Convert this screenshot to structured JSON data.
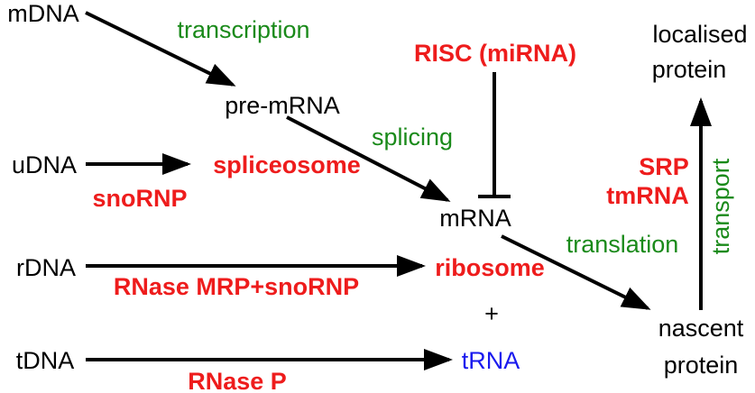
{
  "nodes": {
    "mDNA": "mDNA",
    "pre_mRNA": "pre-mRNA",
    "uDNA": "uDNA",
    "spliceosome": "spliceosome",
    "mRNA": "mRNA",
    "rDNA": "rDNA",
    "ribosome": "ribosome",
    "plus": "+",
    "tDNA": "tDNA",
    "tRNA": "tRNA",
    "nascent_protein": [
      "nascent",
      "protein"
    ],
    "localised_protein": [
      "localised",
      "protein"
    ],
    "risc": "RISC (miRNA)",
    "snoRNP": "snoRNP",
    "rnase_mrp": "RNase MRP+snoRNP",
    "rnase_p": "RNase P",
    "srp": "SRP",
    "tmrna": "tmRNA"
  },
  "processes": {
    "transcription": "transcription",
    "splicing": "splicing",
    "translation": "translation",
    "transport": "transport"
  },
  "colors": {
    "dna_and_intermediates": "#000000",
    "process_labels": "#1a8a1a",
    "rna_machinery": "#ee1c1c",
    "trna": "#1a1aee"
  },
  "edges": [
    {
      "from": "mDNA",
      "to": "pre-mRNA",
      "type": "arrow"
    },
    {
      "from": "pre-mRNA",
      "to": "mRNA",
      "type": "arrow"
    },
    {
      "from": "uDNA",
      "to": "spliceosome",
      "type": "arrow"
    },
    {
      "from": "rDNA",
      "to": "ribosome",
      "type": "arrow"
    },
    {
      "from": "tDNA",
      "to": "tRNA",
      "type": "arrow"
    },
    {
      "from": "mRNA",
      "to": "nascent protein",
      "type": "arrow"
    },
    {
      "from": "nascent protein",
      "to": "localised protein",
      "type": "arrow"
    },
    {
      "from": "RISC (miRNA)",
      "to": "mRNA",
      "type": "inhibition"
    }
  ]
}
